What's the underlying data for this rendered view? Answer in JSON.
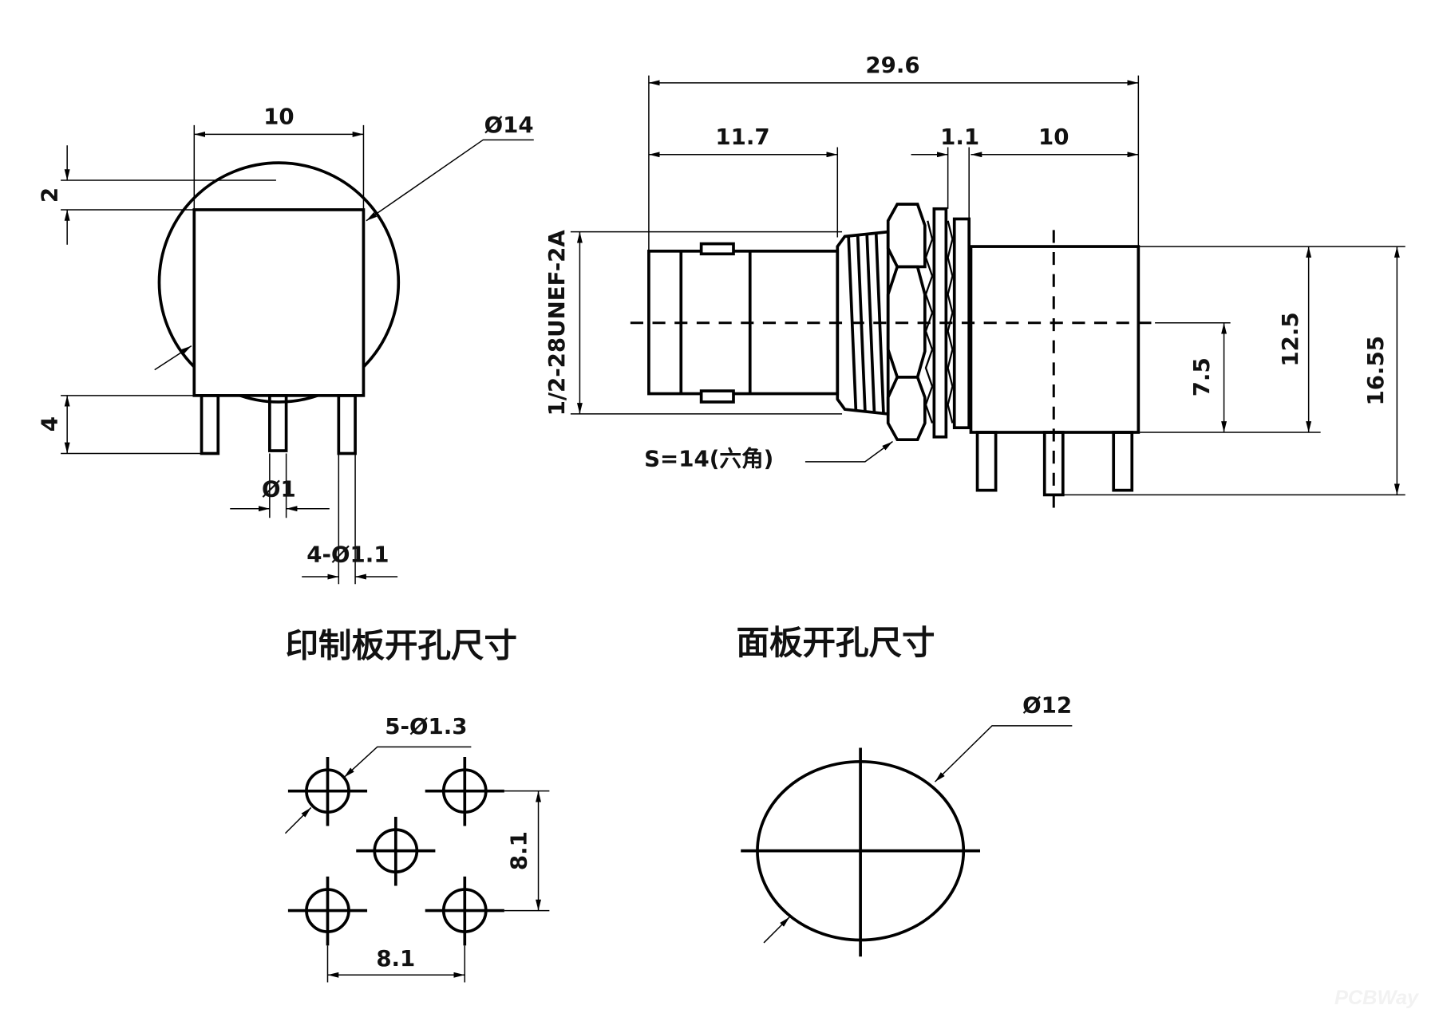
{
  "side_view": {
    "width_dim": "10",
    "diameter_dim": "Ø14",
    "offset_dim": "2",
    "pin_length_dim": "4",
    "pin_dia_dim": "Ø1",
    "pins_dia_dim": "4-Ø1.1"
  },
  "front_view": {
    "overall_length_dim": "29.6",
    "plug_length_dim": "11.7",
    "washer_dim": "1.1",
    "body_length_dim": "10",
    "thread_dim": "1/2-28UNEF-2A",
    "hex_label": "S=14(六角)",
    "center_height_dim": "7.5",
    "body_height_dim": "12.5",
    "total_height_dim": "16.55"
  },
  "pcb_cutout": {
    "title": "印制板开孔尺寸",
    "holes_dim": "5-Ø1.3",
    "vertical_spacing_dim": "8.1",
    "horizontal_spacing_dim": "8.1"
  },
  "panel_cutout": {
    "title": "面板开孔尺寸",
    "diameter_dim": "Ø12"
  },
  "watermark": "PCBWay"
}
